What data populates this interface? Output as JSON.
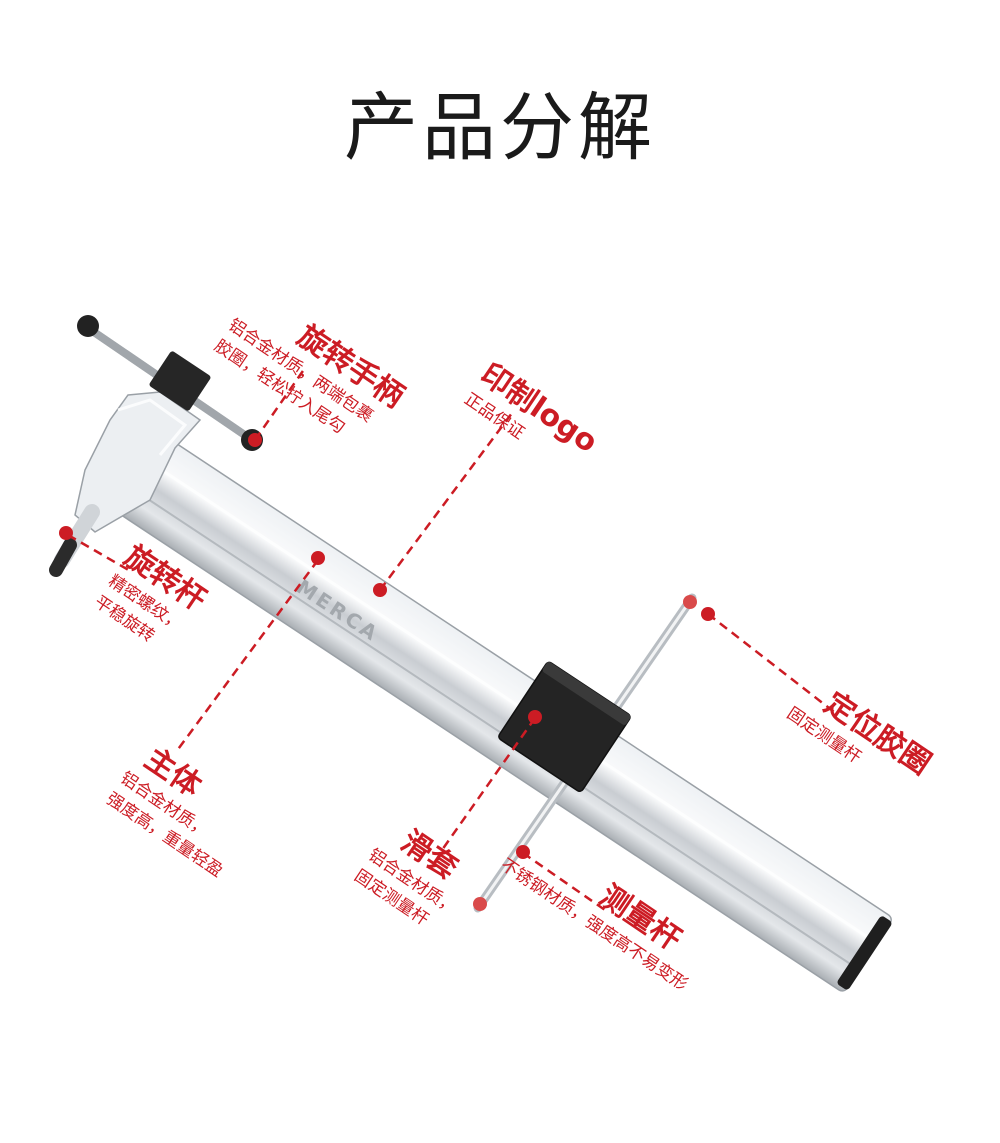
{
  "title": "产品分解",
  "brand_logo": "MERCA",
  "colors": {
    "accent": "#cc1c24",
    "tool_body": "#d9dde1",
    "tool_dark": "#1f1f1f",
    "background": "#ffffff"
  },
  "labels": {
    "rotating_handle": {
      "heading": "旋转手柄",
      "lines": [
        "铝合金材质，两端包裹",
        "胶圈，轻松拧入尾勾"
      ]
    },
    "printed_logo": {
      "heading": "印制logo",
      "lines": [
        "正品保证"
      ]
    },
    "rotating_rod": {
      "heading": "旋转杆",
      "lines": [
        "精密螺纹，",
        "平稳旋转"
      ]
    },
    "main_body": {
      "heading": "主体",
      "lines": [
        "铝合金材质，",
        "强度高，重量轻盈"
      ]
    },
    "sliding_sleeve": {
      "heading": "滑套",
      "lines": [
        "铝合金材质，",
        "固定测量杆"
      ]
    },
    "measuring_rod": {
      "heading": "测量杆",
      "lines": [
        "不锈钢材质，强度高不易变形"
      ]
    },
    "positioning_ring": {
      "heading": "定位胶圈",
      "lines": [
        "固定测量杆"
      ]
    }
  }
}
